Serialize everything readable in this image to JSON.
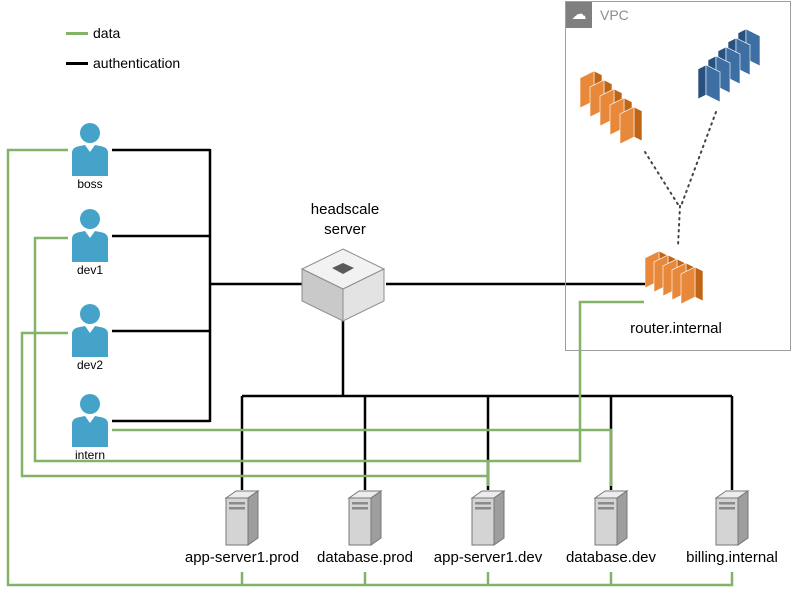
{
  "legend": {
    "items": [
      {
        "label": "data",
        "color": "#82b366"
      },
      {
        "label": "authentication",
        "color": "#000000"
      }
    ]
  },
  "users": [
    {
      "label": "boss"
    },
    {
      "label": "dev1"
    },
    {
      "label": "dev2"
    },
    {
      "label": "intern"
    }
  ],
  "hub": {
    "label": "headscale server"
  },
  "vpc": {
    "label": "VPC",
    "badge_icon": "☁",
    "router": {
      "label": "router.internal"
    },
    "resources": [
      {
        "name": "vpc-resource-stack-orange",
        "color": "#e8883a"
      },
      {
        "name": "vpc-resource-stack-blue",
        "color": "#3d6fa5"
      }
    ]
  },
  "servers": [
    {
      "label": "app-server1.prod"
    },
    {
      "label": "database.prod"
    },
    {
      "label": "app-server1.dev"
    },
    {
      "label": "database.dev"
    },
    {
      "label": "billing.internal"
    }
  ],
  "connections": {
    "authentication": [
      {
        "from": "boss",
        "to": "headscale server"
      },
      {
        "from": "dev1",
        "to": "headscale server"
      },
      {
        "from": "dev2",
        "to": "headscale server"
      },
      {
        "from": "intern",
        "to": "headscale server"
      },
      {
        "from": "headscale server",
        "to": "router.internal"
      },
      {
        "from": "headscale server",
        "to": "app-server1.prod"
      },
      {
        "from": "headscale server",
        "to": "database.prod"
      },
      {
        "from": "headscale server",
        "to": "app-server1.dev"
      },
      {
        "from": "headscale server",
        "to": "database.dev"
      },
      {
        "from": "headscale server",
        "to": "billing.internal"
      }
    ],
    "data": [
      {
        "from": "boss",
        "to": "app-server1.prod"
      },
      {
        "from": "boss",
        "to": "database.prod"
      },
      {
        "from": "boss",
        "to": "app-server1.dev"
      },
      {
        "from": "boss",
        "to": "database.dev"
      },
      {
        "from": "boss",
        "to": "billing.internal"
      },
      {
        "from": "dev1",
        "to": "app-server1.dev"
      },
      {
        "from": "dev1",
        "to": "router.internal"
      },
      {
        "from": "dev2",
        "to": "app-server1.dev"
      },
      {
        "from": "intern",
        "to": "database.dev"
      }
    ],
    "vpc_routes": [
      {
        "from": "router.internal",
        "to": "vpc-resource-stack-orange"
      },
      {
        "from": "router.internal",
        "to": "vpc-resource-stack-blue"
      }
    ]
  },
  "colors": {
    "data_line": "#82b366",
    "auth_line": "#000000",
    "user_icon": "#45a2c9",
    "orange_stack": "#e8883a",
    "blue_stack": "#3d6fa5",
    "server_gray": "#d4d4d4",
    "vpc_border": "#9e9e9e"
  }
}
